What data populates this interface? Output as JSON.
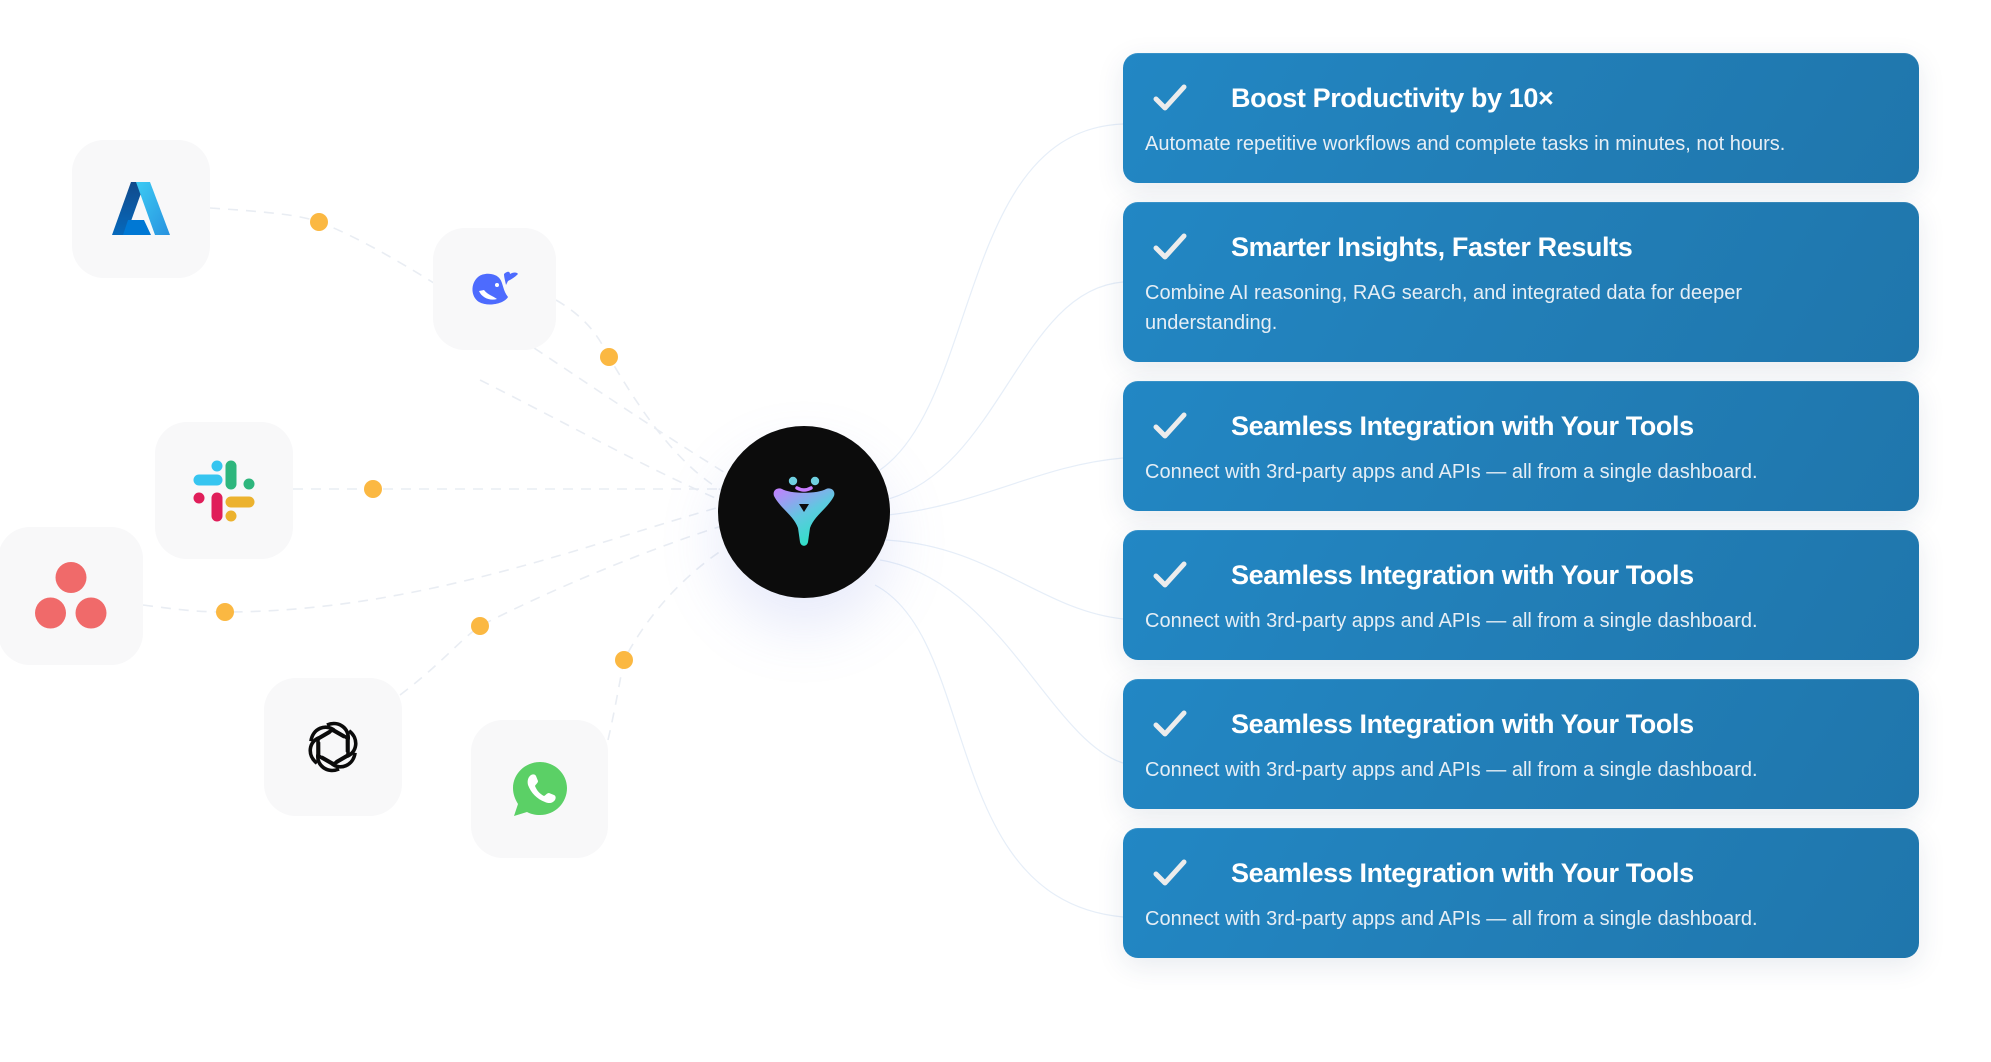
{
  "colors": {
    "card_bg": "#2281bb",
    "connector_dot": "#fbb842",
    "hub_bg": "#0c0c0c",
    "tile_bg": "#f8f8f9"
  },
  "hub": {
    "icon": "smiling-y-logo-icon"
  },
  "integrations": [
    {
      "name": "Microsoft Azure",
      "icon": "azure-icon"
    },
    {
      "name": "DeepSeek",
      "icon": "deepseek-whale-icon"
    },
    {
      "name": "Slack",
      "icon": "slack-icon"
    },
    {
      "name": "Asana",
      "icon": "asana-icon"
    },
    {
      "name": "OpenAI",
      "icon": "openai-icon"
    },
    {
      "name": "WhatsApp",
      "icon": "whatsapp-icon"
    }
  ],
  "benefits": [
    {
      "icon": "check-icon",
      "title": "Boost Productivity by 10×",
      "description": "Automate repetitive workflows and complete tasks in minutes, not hours."
    },
    {
      "icon": "check-icon",
      "title": "Smarter Insights, Faster Results",
      "description": "Combine AI reasoning, RAG search, and integrated data for deeper understanding."
    },
    {
      "icon": "check-icon",
      "title": "Seamless Integration with Your Tools",
      "description": "Connect with 3rd-party apps and APIs — all from a single dashboard."
    },
    {
      "icon": "check-icon",
      "title": "Seamless Integration with Your Tools",
      "description": "Connect with 3rd-party apps and APIs — all from a single dashboard."
    },
    {
      "icon": "check-icon",
      "title": "Seamless Integration with Your Tools",
      "description": "Connect with 3rd-party apps and APIs — all from a single dashboard."
    },
    {
      "icon": "check-icon",
      "title": "Seamless Integration with Your Tools",
      "description": "Connect with 3rd-party apps and APIs — all from a single dashboard."
    }
  ]
}
